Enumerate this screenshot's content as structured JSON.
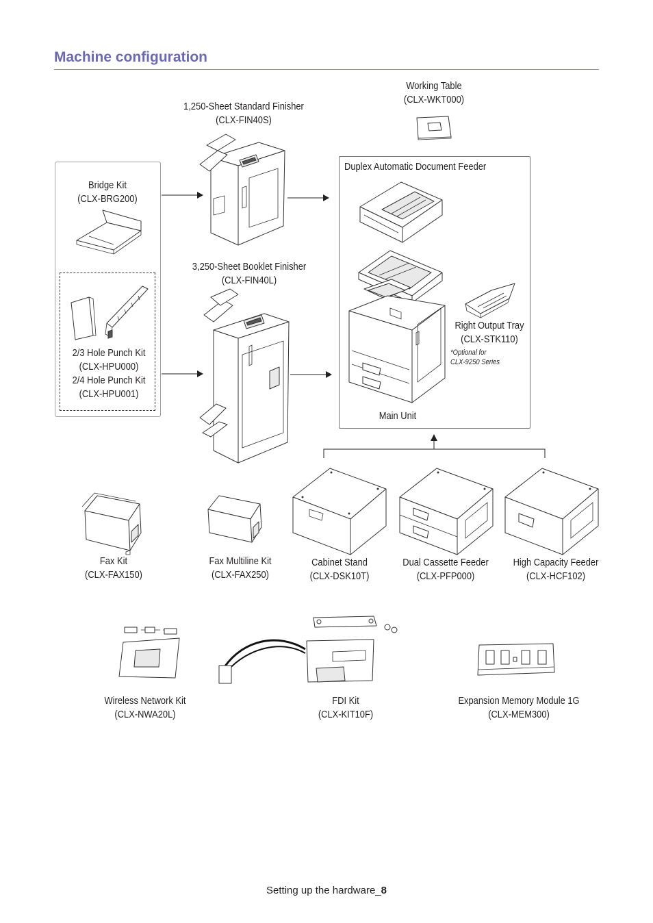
{
  "page": {
    "title": "Machine configuration",
    "footer_text": "Setting up the hardware_",
    "footer_page": "8"
  },
  "top": {
    "working_table": {
      "name": "Working Table",
      "code": "(CLX-WKT000)"
    },
    "standard_finisher": {
      "name": "1,250-Sheet Standard Finisher",
      "code": "(CLX-FIN40S)"
    },
    "booklet_finisher": {
      "name": "3,250-Sheet Booklet Finisher",
      "code": "(CLX-FIN40L)"
    }
  },
  "left_panel": {
    "bridge_kit": {
      "name": "Bridge Kit",
      "code": "(CLX-BRG200)"
    },
    "hole_punch": {
      "line1": "2/3 Hole Punch Kit",
      "line2": "(CLX-HPU000)",
      "line3": "2/4 Hole Punch Kit",
      "line4": "(CLX-HPU001)"
    }
  },
  "main_panel": {
    "feeder_label": "Duplex Automatic Document Feeder",
    "output_tray": {
      "name": "Right Output Tray",
      "code": "(CLX-STK110)"
    },
    "note_line1": "*Optional for",
    "note_line2": "CLX-9250 Series",
    "main_unit": "Main Unit"
  },
  "row_options": [
    {
      "name": "Fax Kit",
      "code": "(CLX-FAX150)"
    },
    {
      "name": "Fax Multiline Kit",
      "code": "(CLX-FAX250)"
    },
    {
      "name": "Cabinet Stand",
      "code": "(CLX-DSK10T)"
    },
    {
      "name": "Dual Cassette Feeder",
      "code": "(CLX-PFP000)"
    },
    {
      "name": "High Capacity Feeder",
      "code": "(CLX-HCF102)"
    }
  ],
  "bottom_options": [
    {
      "name": "Wireless Network Kit",
      "code": "(CLX-NWA20L)"
    },
    {
      "name": "FDI Kit",
      "code": "(CLX-KIT10F)"
    },
    {
      "name": "Expansion Memory Module 1G",
      "code": "(CLX-MEM300)"
    }
  ]
}
